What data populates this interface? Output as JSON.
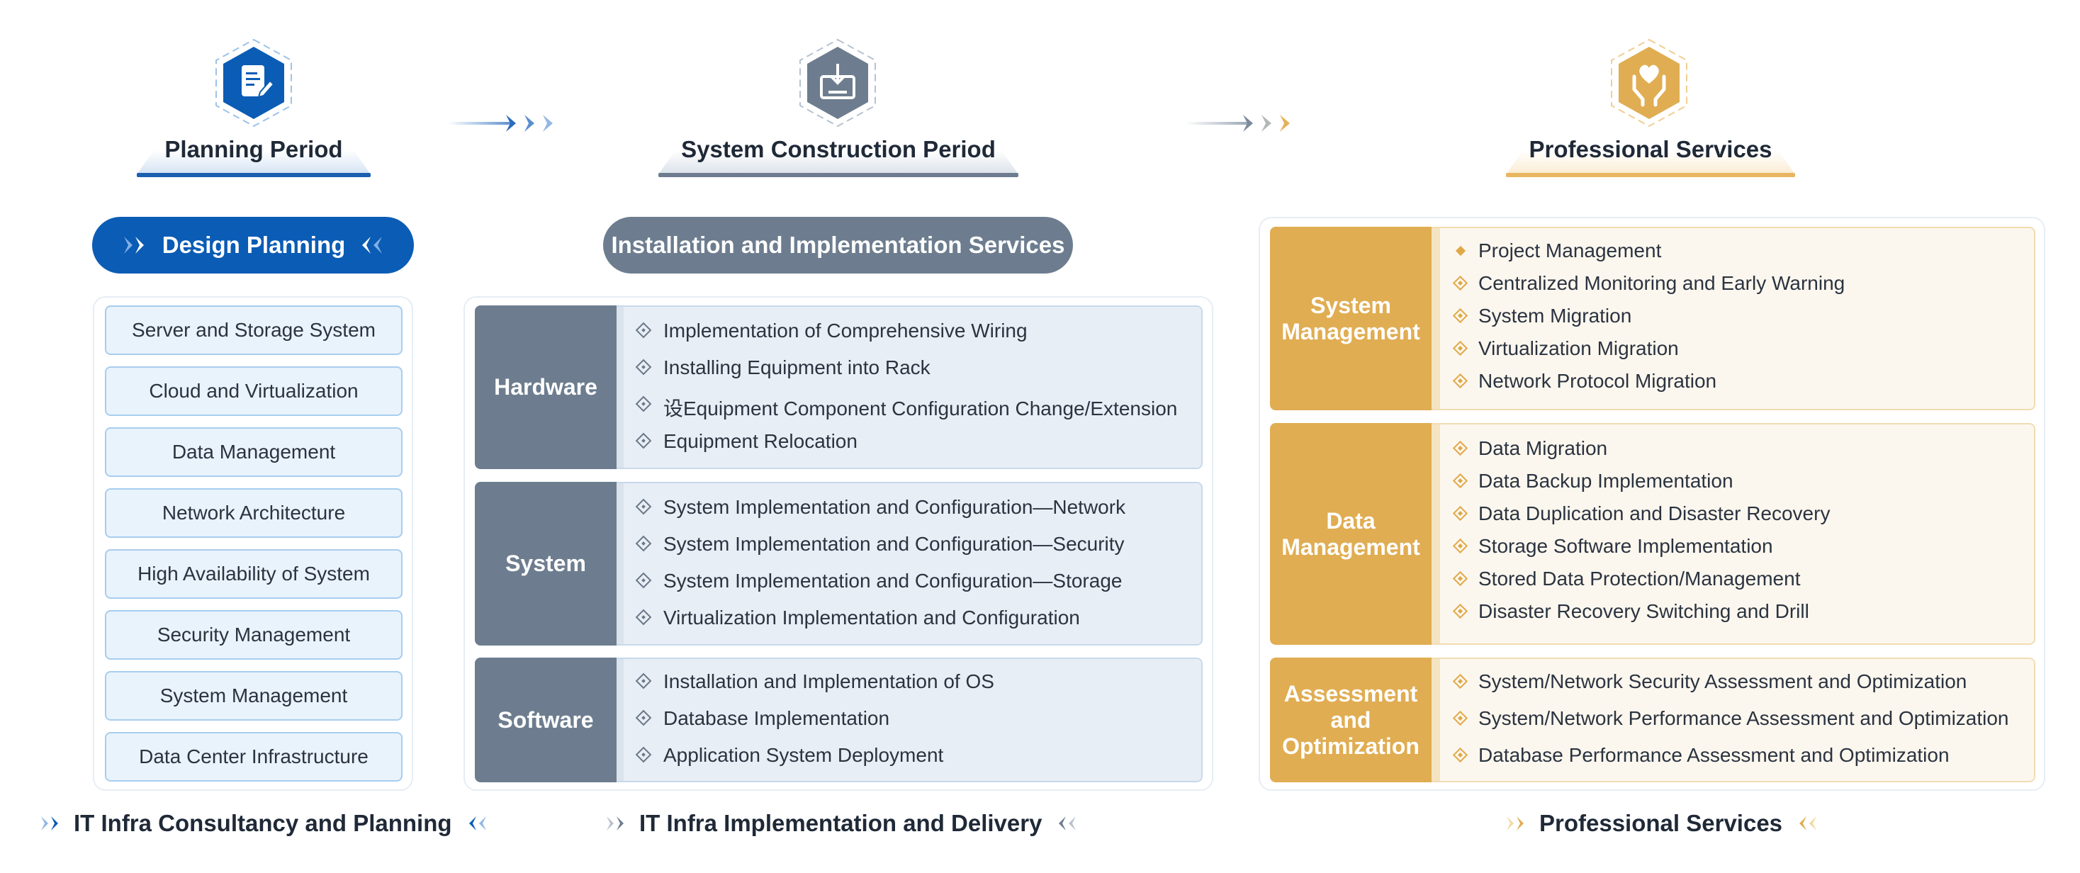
{
  "colors": {
    "blue": "#0b5cb5",
    "slate": "#6d7d8f",
    "gold": "#e0ad52"
  },
  "phases": [
    {
      "title": "Planning Period",
      "icon": "document-edit-icon"
    },
    {
      "title": "System Construction Period",
      "icon": "install-box-icon"
    },
    {
      "title": "Professional Services",
      "icon": "hands-heart-icon"
    }
  ],
  "planning": {
    "pill": "Design Planning",
    "items": [
      "Server and Storage System",
      "Cloud and Virtualization",
      "Data Management",
      "Network Architecture",
      "High Availability of System",
      "Security Management",
      "System Management",
      "Data Center Infrastructure"
    ]
  },
  "construction": {
    "pill": "Installation and Implementation Services",
    "groups": [
      {
        "name": "Hardware",
        "items": [
          "Implementation of Comprehensive Wiring",
          "Installing Equipment into Rack",
          "设Equipment Component Configuration Change/Extension",
          "Equipment Relocation"
        ]
      },
      {
        "name": "System",
        "items": [
          "System Implementation and Configuration—Network",
          "System Implementation and Configuration—Security",
          "System Implementation and Configuration—Storage",
          "Virtualization Implementation and Configuration"
        ]
      },
      {
        "name": "Software",
        "items": [
          "Installation and Implementation of OS",
          "Database Implementation",
          "Application System Deployment"
        ]
      }
    ]
  },
  "services": {
    "groups": [
      {
        "name": "System Management",
        "items": [
          "Project Management",
          "Centralized Monitoring and Early Warning",
          "System Migration",
          "Virtualization Migration",
          "Network Protocol Migration"
        ]
      },
      {
        "name": "Data Management",
        "items": [
          "Data Migration",
          "Data Backup Implementation",
          "Data Duplication and Disaster Recovery",
          "Storage Software Implementation",
          "Stored Data Protection/Management",
          "Disaster Recovery Switching and Drill"
        ]
      },
      {
        "name": "Assessment and Optimization",
        "items": [
          "System/Network Security Assessment and Optimization",
          "System/Network Performance Assessment and Optimization",
          "Database Performance Assessment and Optimization"
        ]
      }
    ]
  },
  "footers": [
    "IT Infra Consultancy and Planning",
    "IT Infra Implementation and Delivery",
    "Professional Services"
  ]
}
